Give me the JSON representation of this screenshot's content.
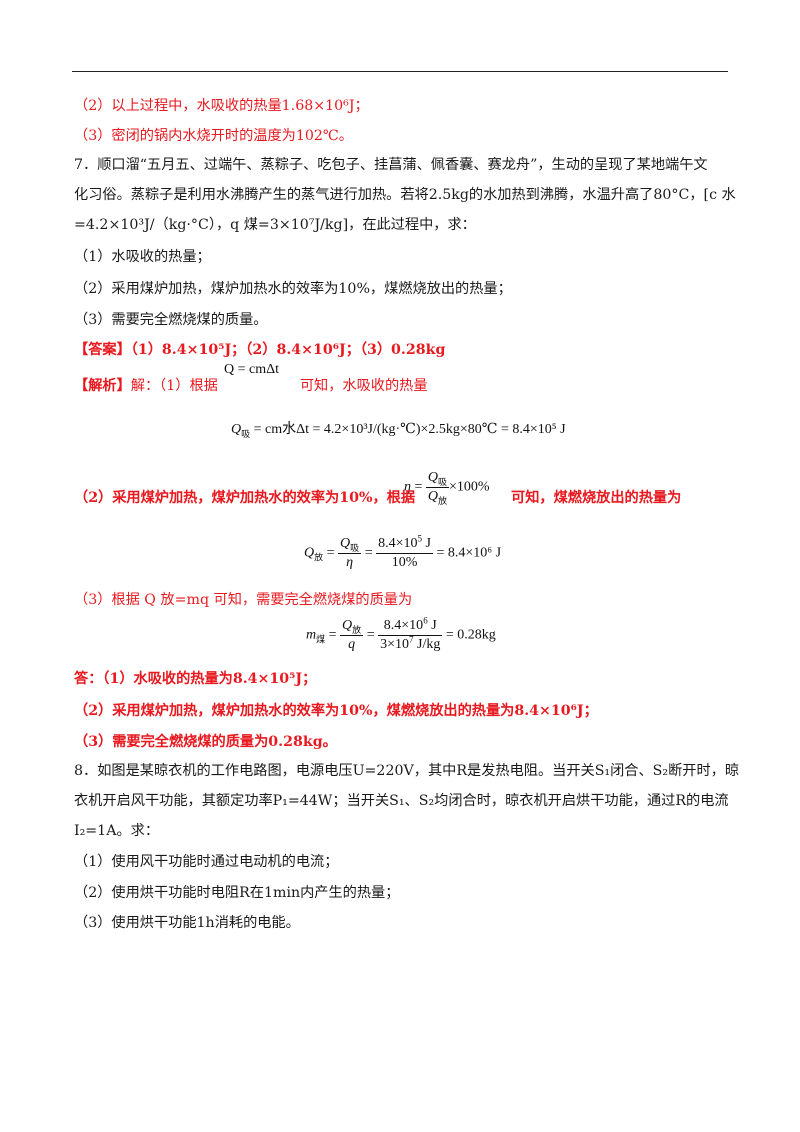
{
  "prev_answer": {
    "line2": "（2）以上过程中，水吸收的热量1.68×10⁶J；",
    "line3": "（3）密闭的锅内水烧开时的温度为102℃。"
  },
  "q7": {
    "line1": "7．顺口溜“五月五、过端午、蒸粽子、吃包子、挂菖蒲、佩香囊、赛龙舟”，生动的呈现了某地端午文",
    "line2": "化习俗。蒸粽子是利用水沸腾产生的蒸气进行加热。若将2.5kg的水加热到沸腾，水温升高了80°C，[c 水",
    "line3": "=4.2×10³J/（kg·°C），q 煤=3×10⁷J/kg]，在此过程中，求：",
    "sub1": "（1）水吸收的热量；",
    "sub2": "（2）采用煤炉加热，煤炉加热水的效率为10%，煤燃烧放出的热量；",
    "sub3": "（3）需要完全燃烧煤的质量。",
    "answer_tag": "【答案】",
    "answer_text": "（1）8.4×10⁵J；（2）8.4×10⁶J；（3）0.28kg",
    "analysis_tag": "【解析】",
    "analysis_text1_a": "解：（1）根据",
    "analysis_text1_b": "可知，水吸收的热量",
    "formula_q": "Q = cmΔt",
    "eq1": "= cm水Δt = 4.2×10³J/(kg·℃)×2.5kg×80℃ = 8.4×10⁵ J",
    "analysis_text2_a": "（2）采用煤炉加热，煤炉加热水的效率为10%，根据",
    "analysis_text2_b": "可知，煤燃烧放出的热量为",
    "eq2": "= 8.4×10⁶ J",
    "analysis_text3": "（3）根据 Q 放=mq 可知，需要完全燃烧煤的质量为",
    "eq3": "= 0.28kg",
    "conclusion1": "答：（1）水吸收的热量为8.4×10⁵J；",
    "conclusion2": "（2）采用煤炉加热，煤炉加热水的效率为10%，煤燃烧放出的热量为8.4×10⁶J；",
    "conclusion3": "（3）需要完全燃烧煤的质量为0.28kg。"
  },
  "q8": {
    "line1": "8．如图是某晾衣机的工作电路图，电源电压U=220V，其中R是发热电阻。当开关S₁闭合、S₂断开时，晾",
    "line2": "衣机开启风干功能，其额定功率P₁=44W；当开关S₁、S₂均闭合时，晾衣机开启烘干功能，通过R的电流",
    "line3": "I₂=1A。求：",
    "sub1": "（1）使用风干功能时通过电动机的电流；",
    "sub2": "（2）使用烘干功能时电阻R在1min内产生的热量；",
    "sub3": "（3）使用烘干功能1h消耗的电能。"
  },
  "colors": {
    "answer_red": "#e8191f",
    "text": "#1a1a1a"
  }
}
